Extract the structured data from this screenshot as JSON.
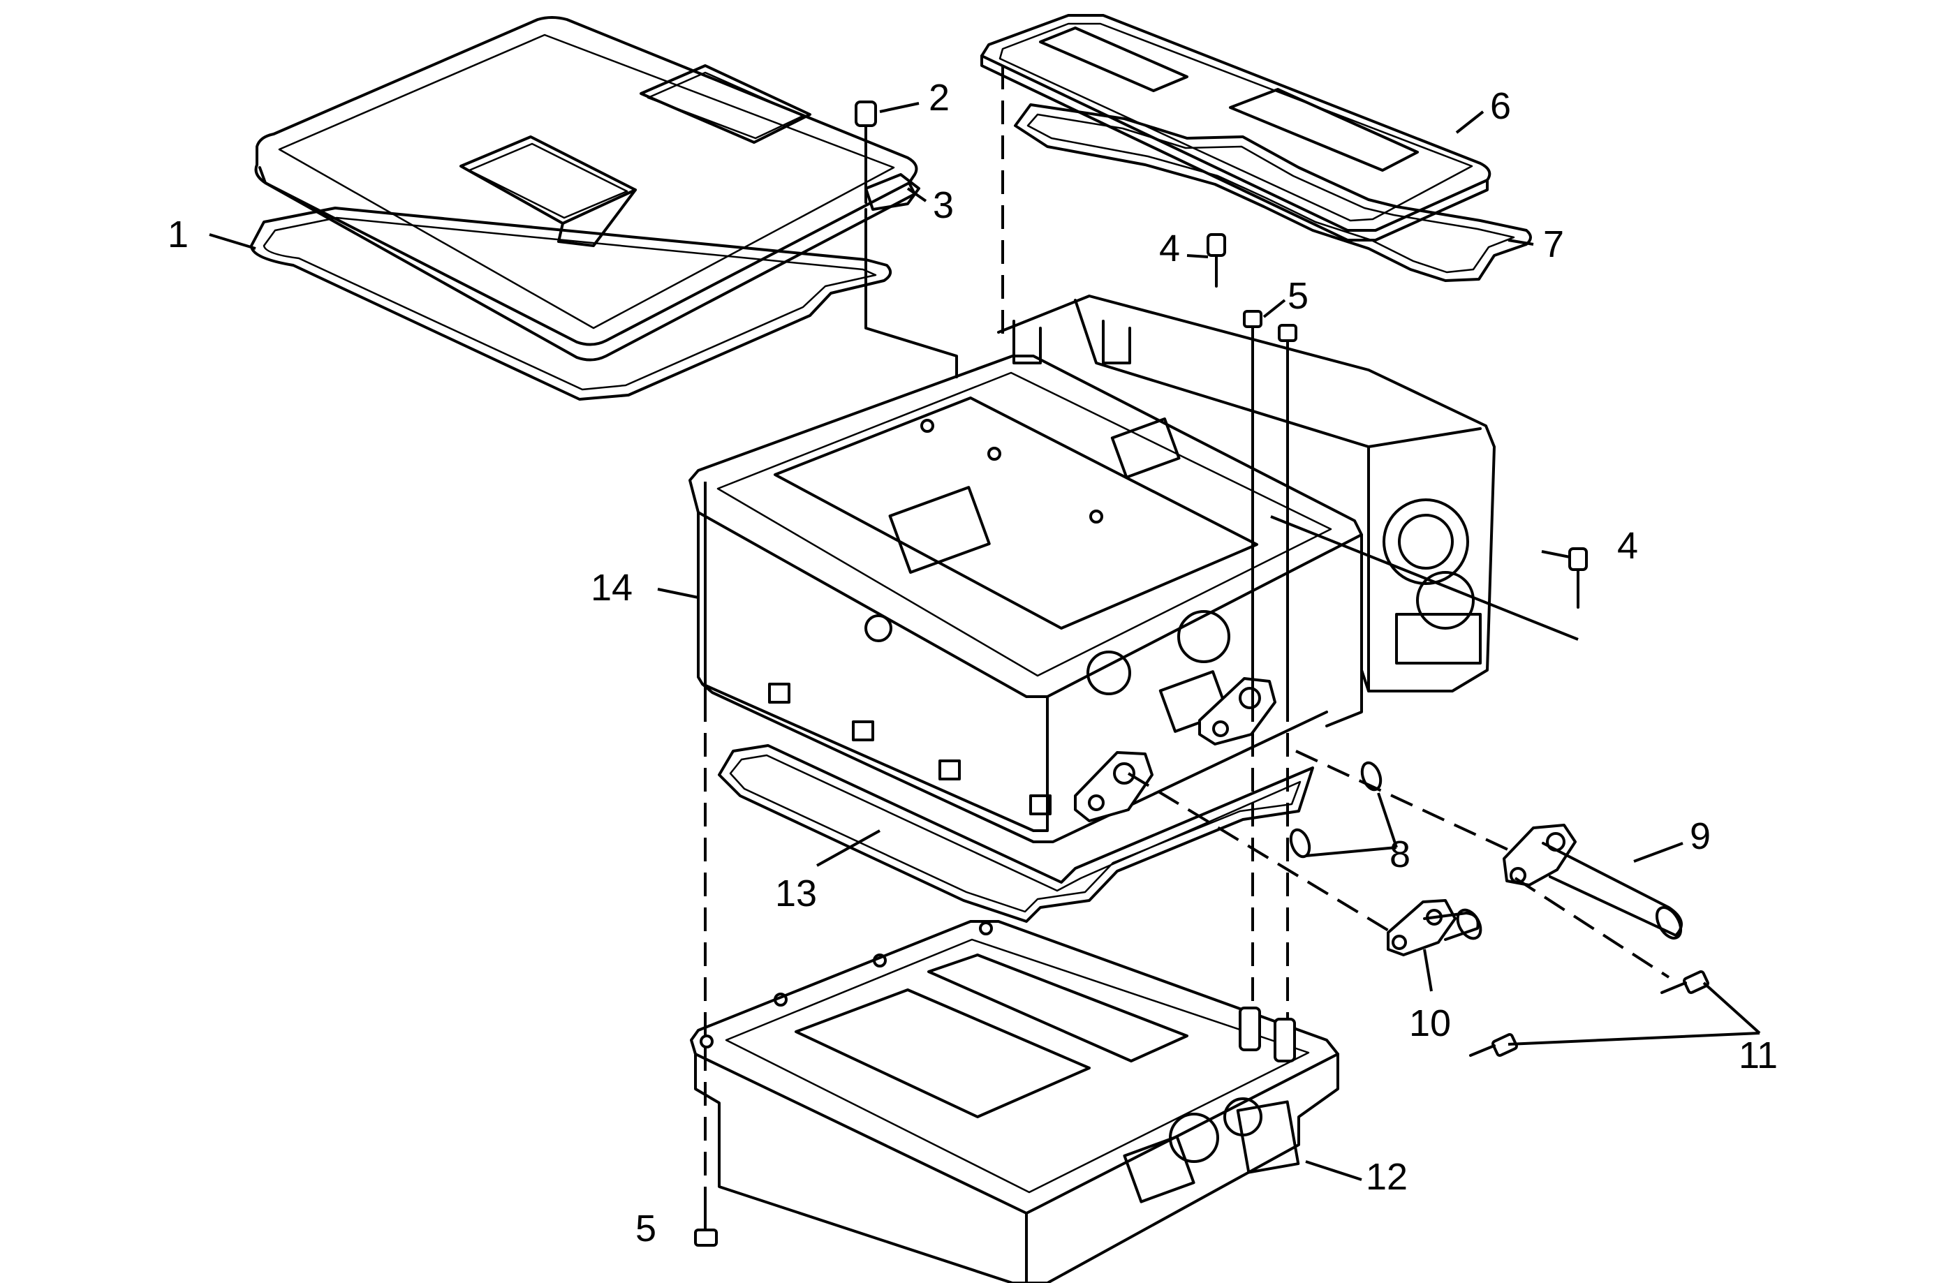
{
  "callouts": {
    "c1": "1",
    "c2": "2",
    "c3": "3",
    "c4a": "4",
    "c4b": "4",
    "c5a": "5",
    "c5b": "5",
    "c6": "6",
    "c7": "7",
    "c8": "8",
    "c9": "9",
    "c10": "10",
    "c11": "11",
    "c12": "12",
    "c13": "13",
    "c14": "14"
  }
}
